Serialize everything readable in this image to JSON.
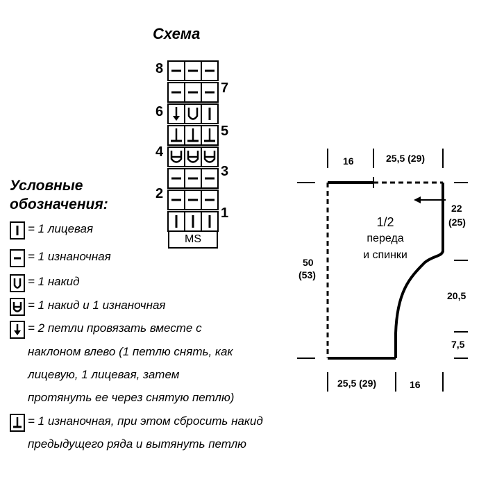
{
  "title": "Схема",
  "chart": {
    "row_numbers_left": [
      "8",
      "6",
      "4",
      "2"
    ],
    "row_numbers_right": [
      "7",
      "5",
      "3",
      "1"
    ],
    "rows": [
      [
        "purl",
        "purl",
        "purl"
      ],
      [
        "purl",
        "purl",
        "purl"
      ],
      [
        "k2tog-left",
        "yarnover",
        "knit"
      ],
      [
        "drop-purl",
        "drop-purl",
        "drop-purl"
      ],
      [
        "yo-purl",
        "yo-purl",
        "yo-purl"
      ],
      [
        "purl",
        "purl",
        "purl"
      ],
      [
        "purl",
        "purl",
        "purl"
      ],
      [
        "knit",
        "knit",
        "knit"
      ]
    ],
    "repeat_label": "MS"
  },
  "legend": {
    "title_line1": "Условные",
    "title_line2": "обозначения:",
    "items": [
      {
        "icon": "knit-stitch-icon",
        "text": "= 1 лицевая"
      },
      {
        "icon": "purl-stitch-icon",
        "text": "= 1 изнаночная"
      },
      {
        "icon": "yarn-over-icon",
        "text": "= 1 накид"
      },
      {
        "icon": "yarn-over-purl-icon",
        "text": "= 1 накид и 1 изнаночная"
      },
      {
        "icon": "k2tog-left-icon",
        "text": "= 2 петли провязать вместе с",
        "cont": [
          "наклоном влево (1 петлю снять, как",
          "лицевую, 1 лицевая, затем",
          "протянуть ее через снятую петлю)"
        ]
      },
      {
        "icon": "drop-yarnover-purl-icon",
        "text": "= 1 изнаночная, при этом сбросить накид",
        "cont": [
          "предыдущего ряда и вытянуть петлю"
        ]
      }
    ]
  },
  "pattern": {
    "label_line1": "1/2",
    "label_line2": "переда",
    "label_line3": "и спинки",
    "top_left": "16",
    "top_right": "25,5 (29)",
    "bottom_left": "25,5 (29)",
    "bottom_right": "16",
    "left_height_1": "50",
    "left_height_2": "(53)",
    "right_top_1": "22",
    "right_top_2": "(25)",
    "right_mid": "20,5",
    "right_bottom": "7,5"
  }
}
